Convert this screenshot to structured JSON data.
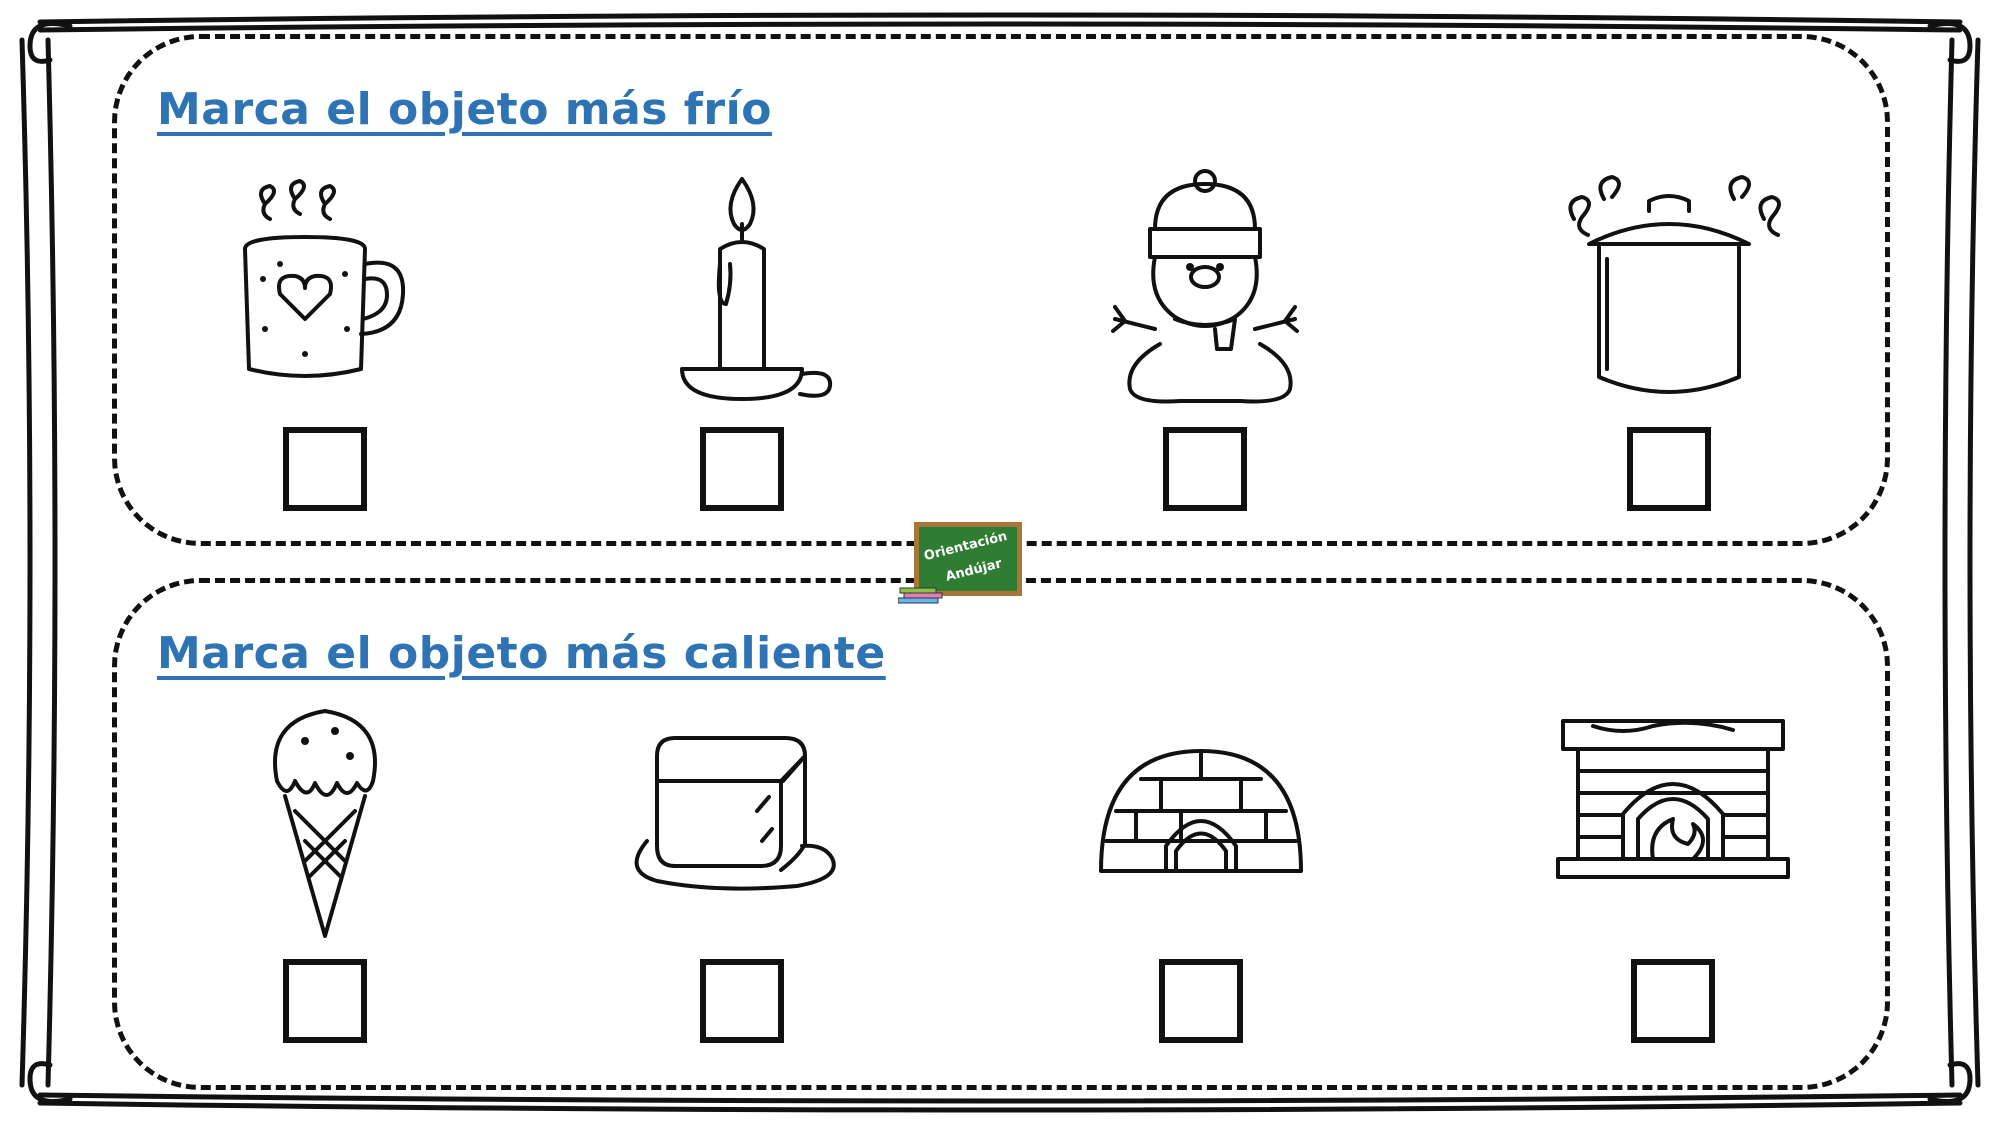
{
  "worksheet": {
    "sections": [
      {
        "title": "Marca el objeto más frío",
        "items": [
          {
            "icon": "hot-mug-icon"
          },
          {
            "icon": "candle-icon"
          },
          {
            "icon": "snowman-icon"
          },
          {
            "icon": "steaming-pot-icon"
          }
        ]
      },
      {
        "title": "Marca el objeto más caliente",
        "items": [
          {
            "icon": "ice-cream-cone-icon"
          },
          {
            "icon": "melting-butter-icon"
          },
          {
            "icon": "igloo-icon"
          },
          {
            "icon": "fireplace-icon"
          }
        ]
      }
    ],
    "logo": {
      "line1": "Orientación",
      "line2": "Andújar",
      "board_color": "#2e7d32",
      "frame_color": "#a7773a"
    },
    "title_color": "#2e74b5"
  }
}
